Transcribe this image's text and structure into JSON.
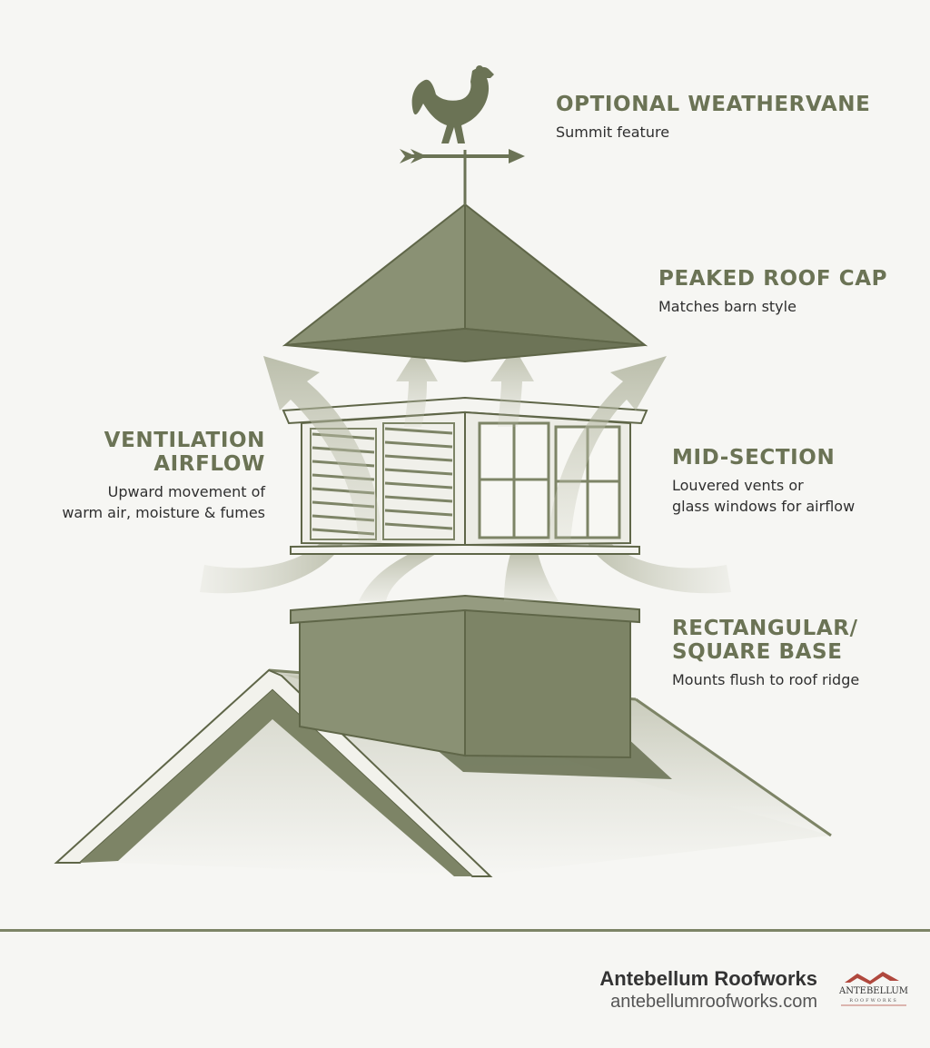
{
  "labels": {
    "weathervane": {
      "title": "OPTIONAL WEATHERVANE",
      "desc": "Summit feature"
    },
    "roof_cap": {
      "title": "PEAKED ROOF CAP",
      "desc": "Matches barn style"
    },
    "airflow": {
      "title_1": "VENTILATION",
      "title_2": "AIRFLOW",
      "desc_1": "Upward movement of",
      "desc_2": "warm air, moisture & fumes"
    },
    "mid_section": {
      "title": "MID-SECTION",
      "desc_1": "Louvered vents or",
      "desc_2": "glass windows for airflow"
    },
    "base": {
      "title_1": "RECTANGULAR/",
      "title_2": "SQUARE BASE",
      "desc": "Mounts flush to roof ridge"
    }
  },
  "footer": {
    "company": "Antebellum Roofworks",
    "url": "antebellumroofworks.com",
    "logo_text": "ANTEBELLUM",
    "logo_subtext": "ROOFWORKS"
  },
  "colors": {
    "olive": "#7d8466",
    "olive_dark": "#5f6648",
    "accent_text": "#6b7355",
    "background": "#f6f6f3"
  },
  "icons": [
    "rooster-weathervane-icon",
    "arrow-icon"
  ]
}
